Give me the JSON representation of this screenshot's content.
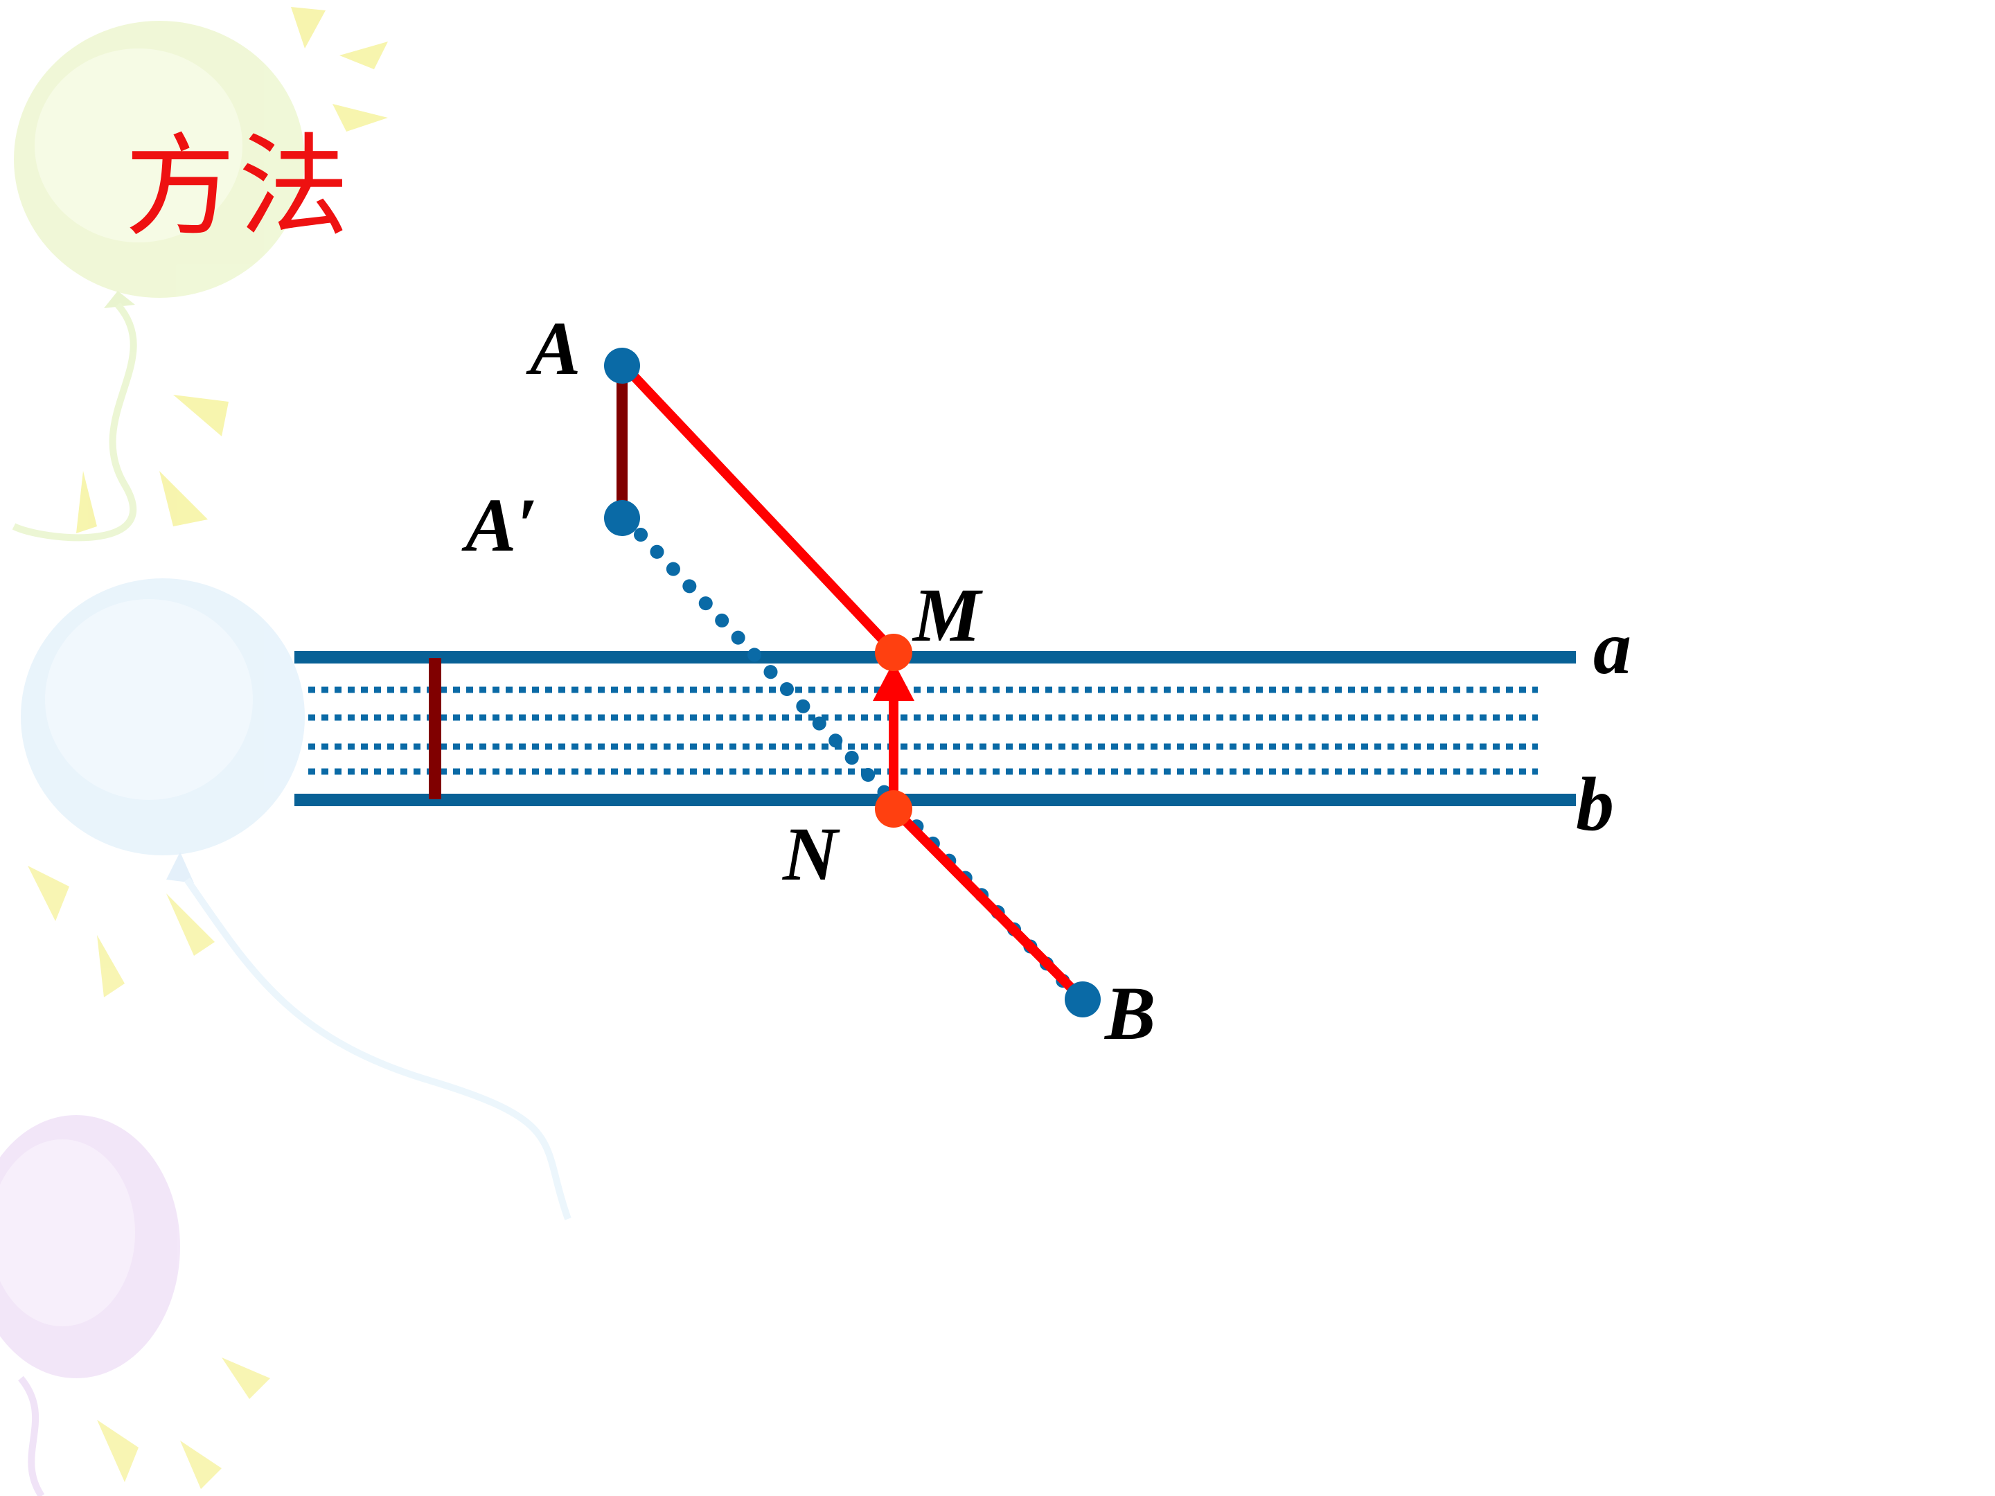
{
  "slide": {
    "title": "方法",
    "title_color": "#ee1111"
  },
  "diagram": {
    "points": {
      "A": "A",
      "A_prime": "A′",
      "M": "M",
      "N": "N",
      "B": "B"
    },
    "lines": {
      "a": "a",
      "b": "b"
    },
    "colors": {
      "bank": "#086196",
      "water_dots": "#0a6aa6",
      "path": "#ff0000",
      "translation": "#800000",
      "point": "#0a6aa6",
      "highlight": "#ff4010",
      "label": "#000000"
    }
  }
}
